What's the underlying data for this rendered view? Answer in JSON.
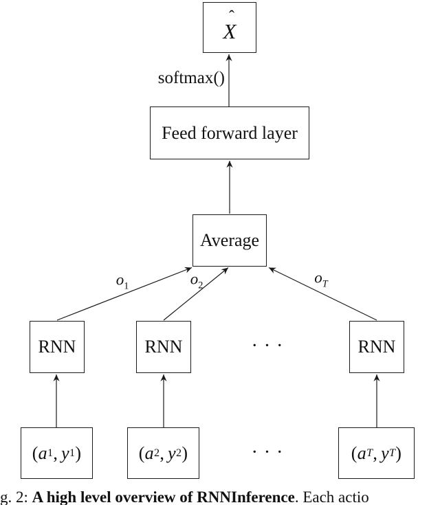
{
  "diagram": {
    "output_box": {
      "hat": "ˆ",
      "variable": "X"
    },
    "softmax_label": "softmax()",
    "feed_forward_label": "Feed forward layer",
    "average_label": "Average",
    "rnn_labels": [
      "RNN",
      "RNN",
      "RNN"
    ],
    "edge_labels": [
      {
        "base": "o",
        "sub": "1"
      },
      {
        "base": "o",
        "sub": "2"
      },
      {
        "base": "o",
        "sub": "T"
      }
    ],
    "ellipsis_rnn_row": "· · ·",
    "ellipsis_input_row": "· · ·",
    "input_boxes": [
      {
        "open": "(",
        "a_var": "a",
        "a_sub": "1",
        "comma": ",",
        "y_var": "y",
        "y_sub": "1",
        "close": ")"
      },
      {
        "open": "(",
        "a_var": "a",
        "a_sub": "2",
        "comma": ",",
        "y_var": "y",
        "y_sub": "2",
        "close": ")"
      },
      {
        "open": "(",
        "a_var": "a",
        "a_sub": "T",
        "comma": ",",
        "y_var": "y",
        "y_sub": "T",
        "close": ")"
      }
    ]
  },
  "caption": {
    "prefix": "g. 2: ",
    "bold": "A high level overview of RNNInference",
    "suffix": ". Each actio"
  },
  "colors": {
    "ink": "#1a1a1a",
    "background": "#ffffff"
  }
}
